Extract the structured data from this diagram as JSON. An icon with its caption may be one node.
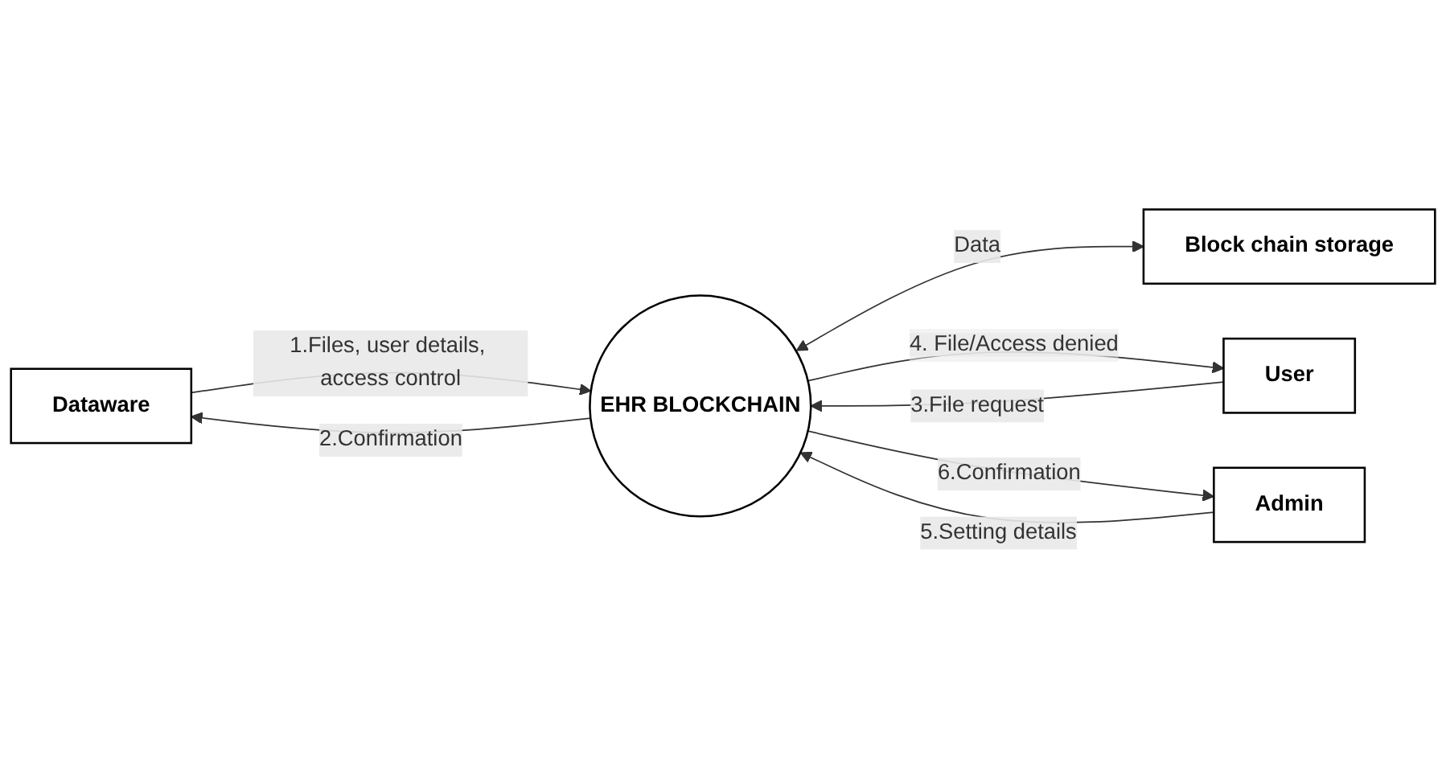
{
  "diagram": {
    "nodes": [
      {
        "text": [
          "Dataware"
        ]
      },
      {
        "text": [
          "Block chain storage"
        ]
      },
      {
        "text": [
          "EHR BLOCKCHAIN"
        ]
      },
      {
        "text": [
          "Admin"
        ]
      },
      {
        "text": [
          "User"
        ]
      }
    ],
    "edges": [
      {
        "from": 0,
        "to": 2,
        "arrow": "to",
        "label": "1.Files, user details, access control"
      },
      {
        "from": 2,
        "to": 0,
        "arrow": "to",
        "label": "2.Confirmation"
      },
      {
        "from": 2,
        "to": 1,
        "arrow": "both",
        "label": "Data"
      },
      {
        "from": 4,
        "to": 2,
        "arrow": "to",
        "label": "3.File request"
      },
      {
        "from": 2,
        "to": 4,
        "arrow": "to",
        "label": "4. File/Access denied"
      },
      {
        "from": 3,
        "to": 2,
        "arrow": "to",
        "label": "5.Setting details"
      },
      {
        "from": 2,
        "to": 3,
        "arrow": "to",
        "label": "6.Confirmation"
      }
    ]
  }
}
